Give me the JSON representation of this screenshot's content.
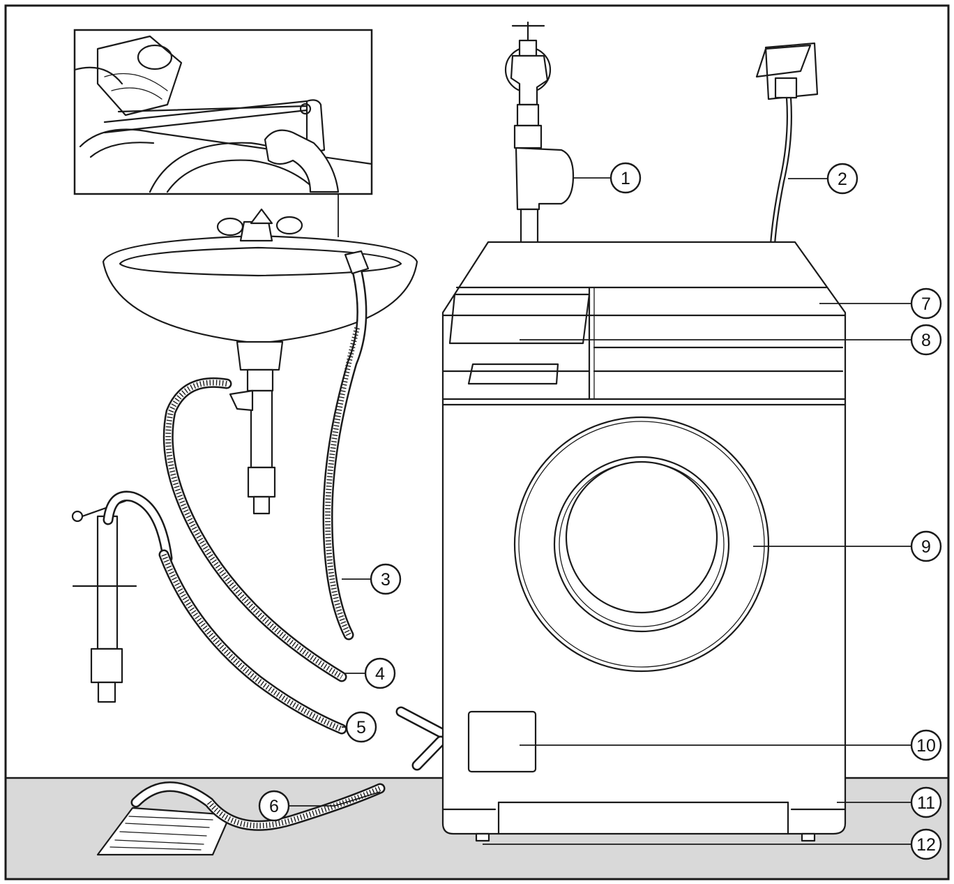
{
  "colors": {
    "line": "#1a1a1a",
    "paper": "#ffffff",
    "floor": "#d9d9d9"
  },
  "callouts": [
    {
      "id": "1",
      "label": "1"
    },
    {
      "id": "2",
      "label": "2"
    },
    {
      "id": "3",
      "label": "3"
    },
    {
      "id": "4",
      "label": "4"
    },
    {
      "id": "5",
      "label": "5"
    },
    {
      "id": "6",
      "label": "6"
    },
    {
      "id": "7",
      "label": "7"
    },
    {
      "id": "8",
      "label": "8"
    },
    {
      "id": "9",
      "label": "9"
    },
    {
      "id": "10",
      "label": "10"
    },
    {
      "id": "11",
      "label": "11"
    },
    {
      "id": "12",
      "label": "12"
    }
  ]
}
